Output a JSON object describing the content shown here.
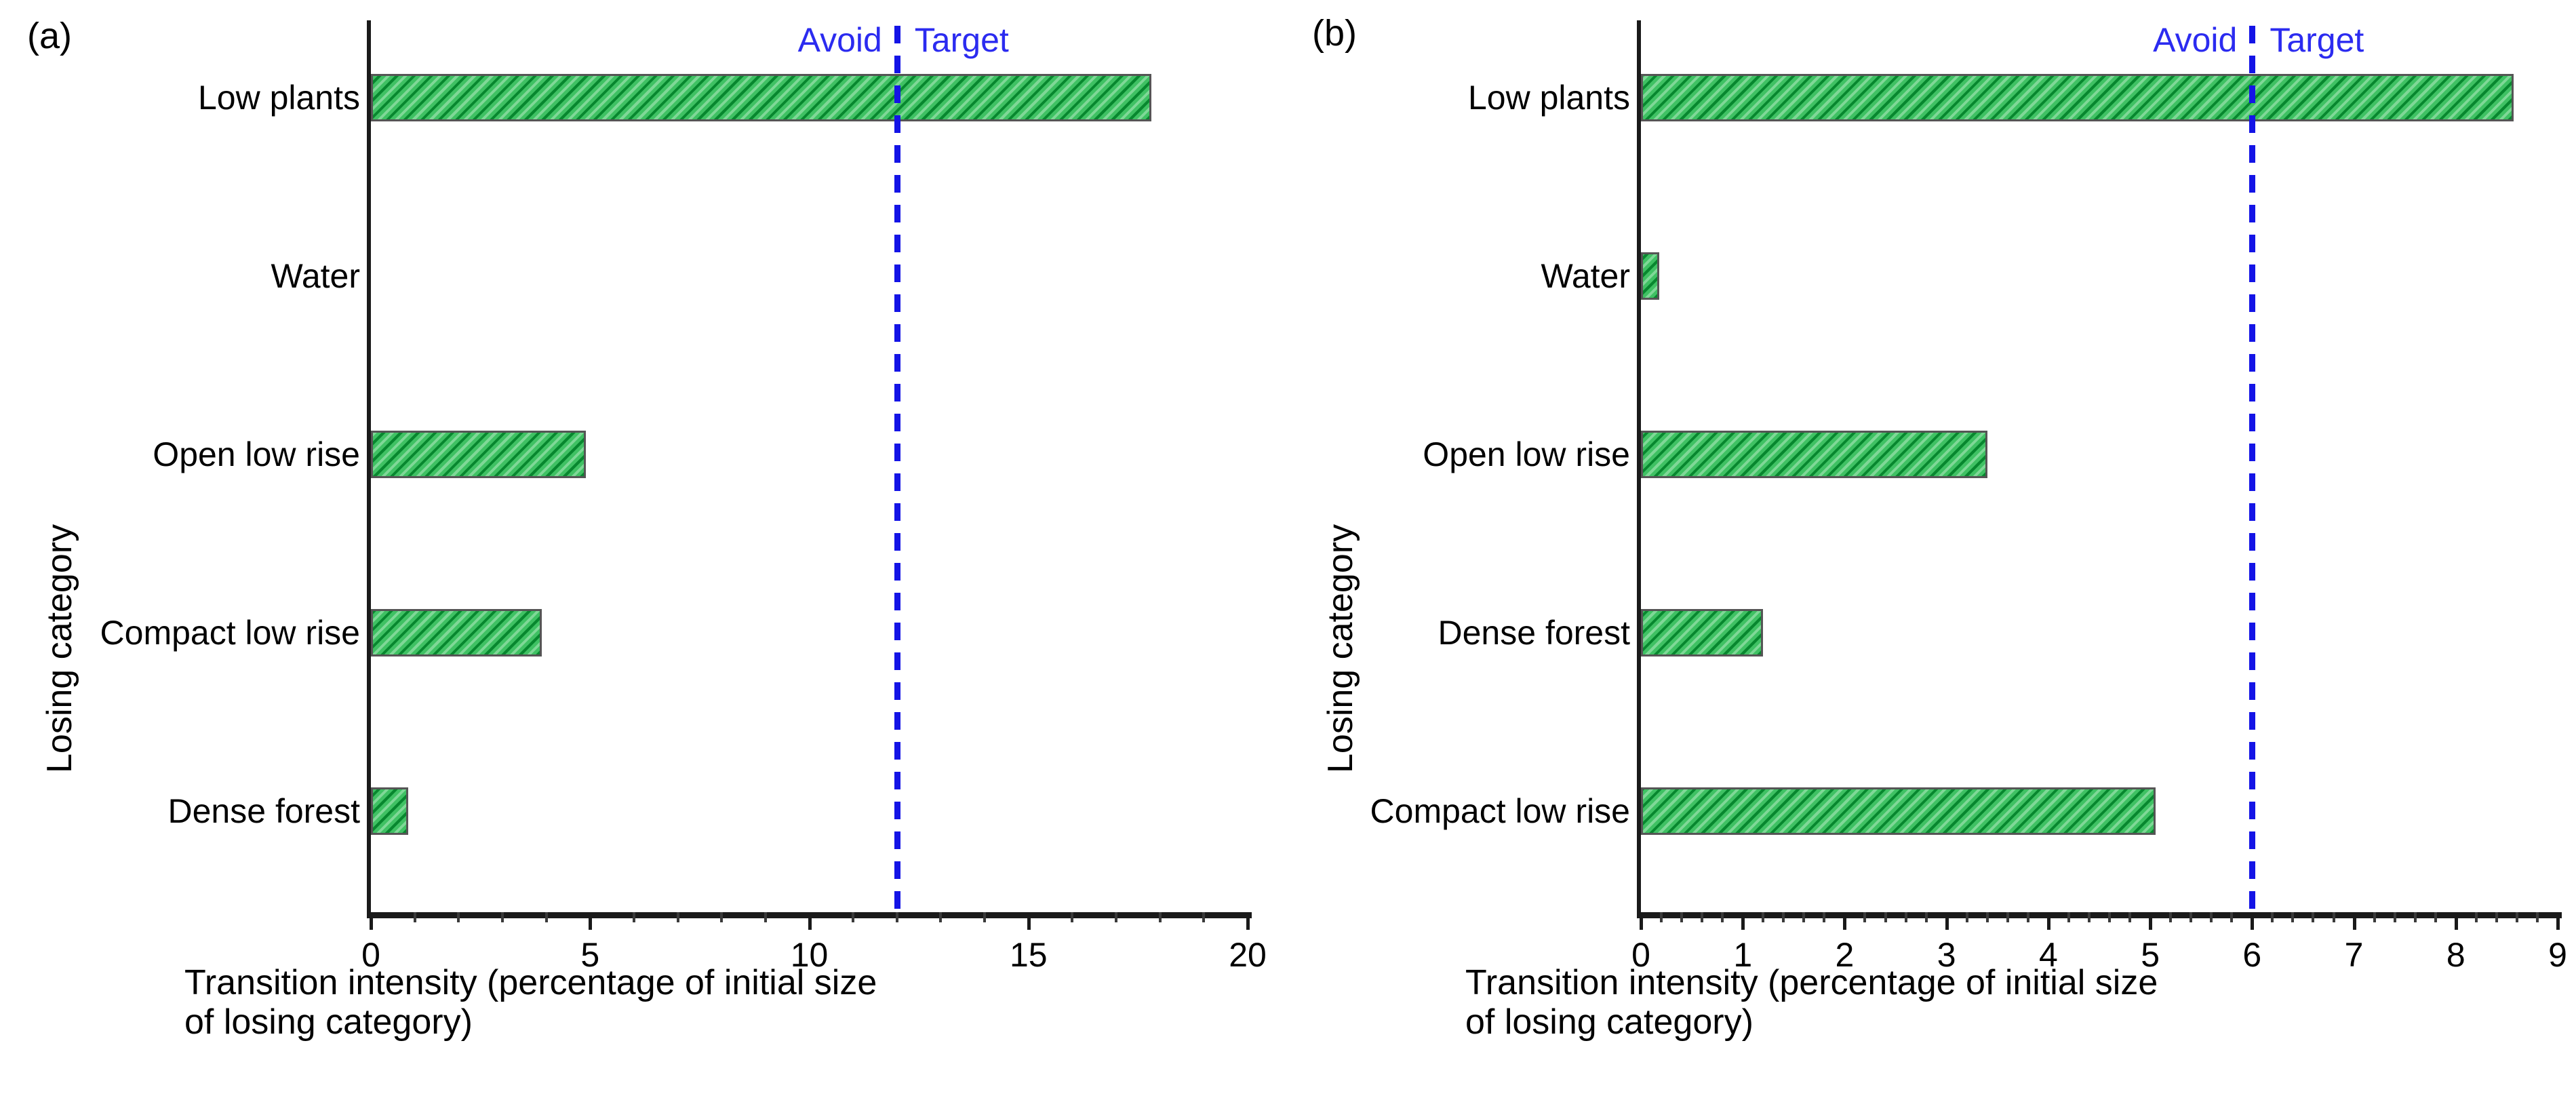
{
  "figure": {
    "background": "#ffffff",
    "bar_fill_color": "#3bbd5e",
    "bar_hatch_color": "#08872f",
    "bar_edge_color": "#555555",
    "threshold_color": "#1414e6",
    "axis_color": "#1a1a1a"
  },
  "panels": [
    {
      "letter": "(a)",
      "ylabel": "Losing category",
      "xcaption_line1": "Transition intensity (percentage of initial size",
      "xcaption_line2": "of losing category)",
      "threshold": {
        "value": 12,
        "left_label": "Avoid",
        "right_label": "Target"
      },
      "axis": {
        "xmin": 0,
        "xmax": 20,
        "major_step": 5,
        "minor_step": 1,
        "ticks": [
          "0",
          "5",
          "10",
          "15",
          "20"
        ]
      },
      "categories": [
        "Low plants",
        "Water",
        "Open low rise",
        "Compact low rise",
        "Dense forest"
      ],
      "values": [
        17.8,
        0,
        4.9,
        3.9,
        0.85
      ]
    },
    {
      "letter": "(b)",
      "ylabel": "Losing category",
      "xcaption_line1": "Transition intensity (percentage of initial size",
      "xcaption_line2": "of losing category)",
      "threshold": {
        "value": 6,
        "left_label": "Avoid",
        "right_label": "Target"
      },
      "axis": {
        "xmin": 0,
        "xmax": 9,
        "major_step": 1,
        "minor_step": 0.2,
        "ticks": [
          "0",
          "1",
          "2",
          "3",
          "4",
          "5",
          "6",
          "7",
          "8",
          "9"
        ]
      },
      "categories": [
        "Low plants",
        "Water",
        "Open low rise",
        "Dense forest",
        "Compact low rise"
      ],
      "values": [
        8.57,
        0.18,
        3.4,
        1.2,
        5.05
      ]
    }
  ],
  "chart_data": [
    {
      "type": "bar",
      "orientation": "horizontal",
      "panel": "(a)",
      "title": "",
      "categories": [
        "Low plants",
        "Water",
        "Open low rise",
        "Compact low rise",
        "Dense forest"
      ],
      "values": [
        17.8,
        0,
        4.9,
        3.9,
        0.85
      ],
      "xlabel": "Transition intensity (percentage of initial size of losing category)",
      "ylabel": "Losing category",
      "xlim": [
        0,
        20
      ],
      "xticks": [
        0,
        5,
        10,
        15,
        20
      ],
      "grid": false,
      "legend": false,
      "annotations": [
        {
          "type": "vline",
          "value": 12,
          "style": "dashed",
          "color": "#1414e6",
          "labels": {
            "left": "Avoid",
            "right": "Target"
          }
        }
      ]
    },
    {
      "type": "bar",
      "orientation": "horizontal",
      "panel": "(b)",
      "title": "",
      "categories": [
        "Low plants",
        "Water",
        "Open low rise",
        "Dense forest",
        "Compact low rise"
      ],
      "values": [
        8.57,
        0.18,
        3.4,
        1.2,
        5.05
      ],
      "xlabel": "Transition intensity (percentage of initial size of losing category)",
      "ylabel": "Losing category",
      "xlim": [
        0,
        9
      ],
      "xticks": [
        0,
        1,
        2,
        3,
        4,
        5,
        6,
        7,
        8,
        9
      ],
      "grid": false,
      "legend": false,
      "annotations": [
        {
          "type": "vline",
          "value": 6,
          "style": "dashed",
          "color": "#1414e6",
          "labels": {
            "left": "Avoid",
            "right": "Target"
          }
        }
      ]
    }
  ]
}
